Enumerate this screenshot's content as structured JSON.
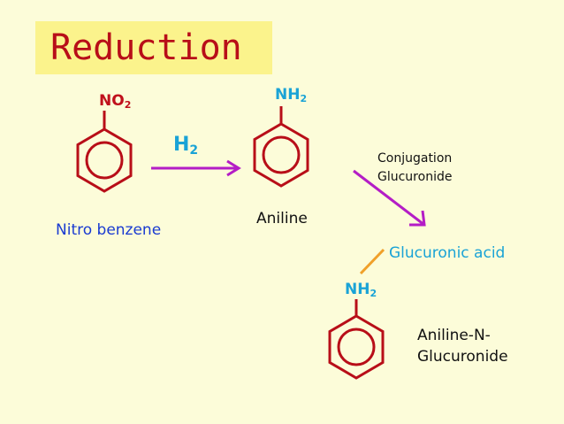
{
  "title": "Reduction",
  "nitrobenzene": {
    "group_main": "NO",
    "group_sub": "2",
    "name": "Nitro benzene"
  },
  "reagent": {
    "main": "H",
    "sub": "2"
  },
  "aniline": {
    "group_main": "NH",
    "group_sub": "2",
    "name": "Aniline"
  },
  "conjugation": {
    "line1": "Conjugation",
    "line2": "Glucuronide"
  },
  "glucuronic_acid": "Glucuronic acid",
  "product": {
    "group_main": "NH",
    "group_sub": "2",
    "name_line1": "Aniline-N-",
    "name_line2": "Glucuronide"
  },
  "colors": {
    "ring": "#b80e18",
    "arrow": "#b41dc6",
    "bond": "#f0a02a",
    "title_bg": "#fbf38c",
    "background": "#fcfcd9"
  }
}
